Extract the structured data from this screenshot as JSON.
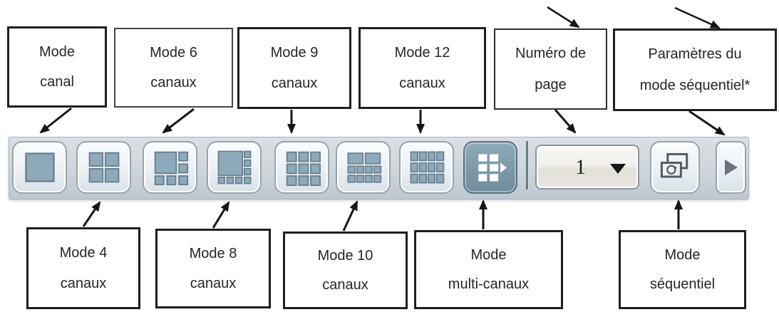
{
  "callouts": {
    "top": [
      {
        "line1": "Mode",
        "line2": "canal"
      },
      {
        "line1": "Mode 6",
        "line2": "canaux"
      },
      {
        "line1": "Mode 9",
        "line2": "canaux"
      },
      {
        "line1": "Mode 12",
        "line2": "canaux"
      },
      {
        "line1": "Numéro de",
        "line2": "page"
      },
      {
        "line1": "Paramètres du",
        "line2": "mode séquentiel*"
      }
    ],
    "bottom": [
      {
        "line1": "Mode 4",
        "line2": "canaux"
      },
      {
        "line1": "Mode 8",
        "line2": "canaux"
      },
      {
        "line1": "Mode 10",
        "line2": "canaux"
      },
      {
        "line1": "Mode",
        "line2": "multi-canaux"
      },
      {
        "line1": "Mode",
        "line2": "séquentiel"
      }
    ]
  },
  "toolbar": {
    "buttons": [
      {
        "name": "single-channel-mode",
        "icon": "single-view-icon"
      },
      {
        "name": "four-channel-mode",
        "icon": "quad-view-icon"
      },
      {
        "name": "six-channel-mode",
        "icon": "six-view-icon"
      },
      {
        "name": "eight-channel-mode",
        "icon": "eight-view-icon"
      },
      {
        "name": "nine-channel-mode",
        "icon": "nine-view-icon"
      },
      {
        "name": "ten-channel-mode",
        "icon": "ten-view-icon"
      },
      {
        "name": "twelve-channel-mode",
        "icon": "twelve-view-icon"
      },
      {
        "name": "multi-channel-mode",
        "icon": "multi-view-icon",
        "active": true
      }
    ],
    "page_selector": {
      "value": "1",
      "icon": "caret-down-icon"
    },
    "sequential_button": {
      "icon": "sequence-icon"
    },
    "sequential_settings_button": {
      "icon": "play-icon"
    }
  },
  "colors": {
    "toolbar_bg": "#ccd4db",
    "button_border": "#98a3ac",
    "icon_blue": "#8ea9ba",
    "icon_outline": "#677f8e",
    "active_button_bg": "#7b99a8",
    "active_button_border": "#5a7280",
    "arrow": "#161616",
    "box_border": "#1f1f1f"
  }
}
